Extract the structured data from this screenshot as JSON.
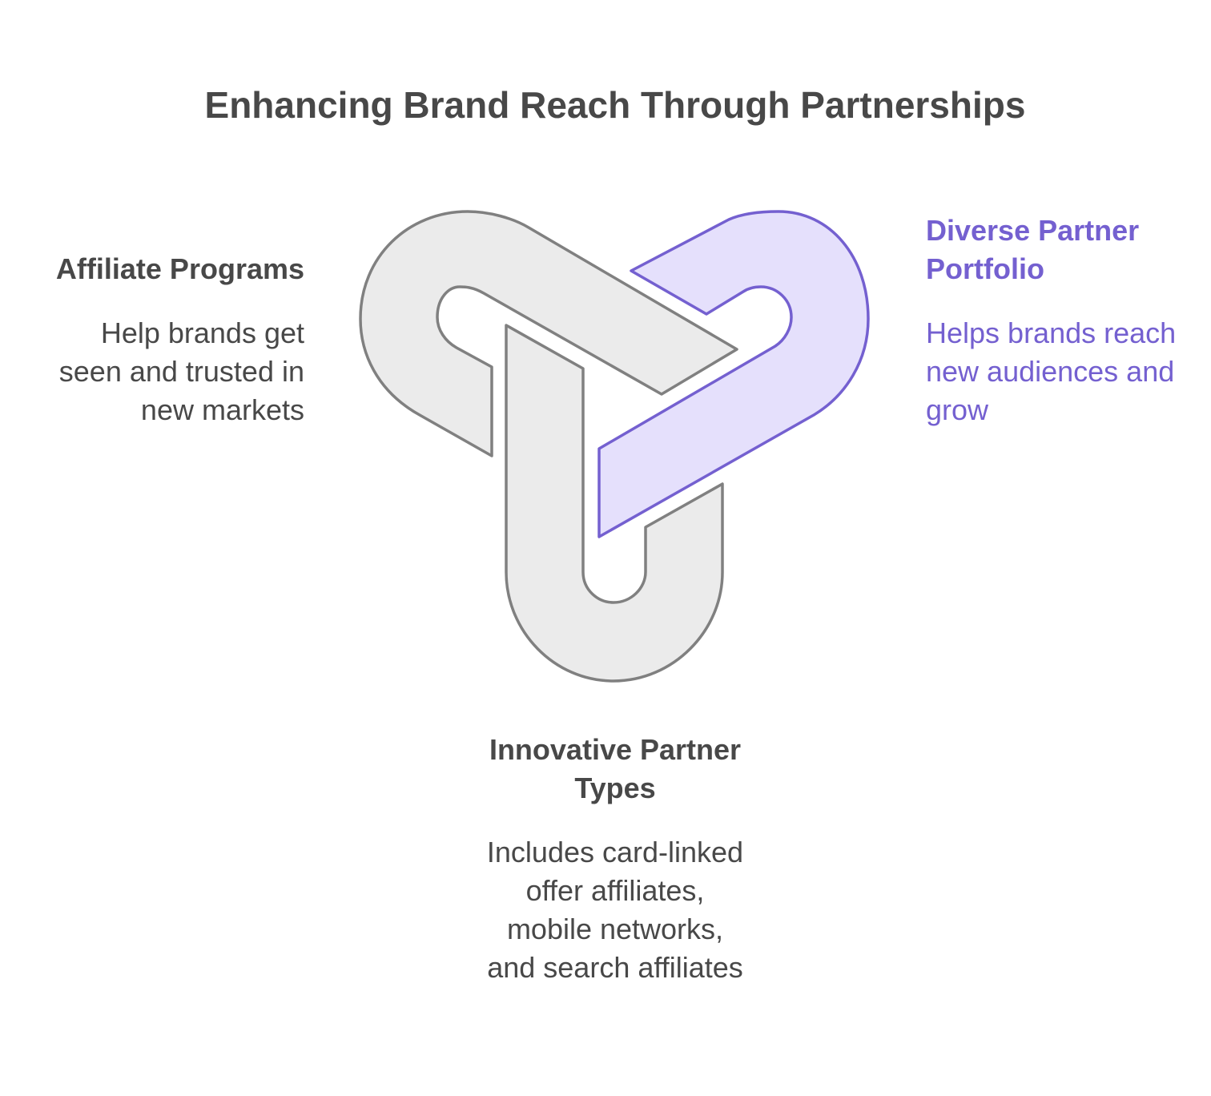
{
  "title": "Enhancing Brand Reach Through Partnerships",
  "items": [
    {
      "heading": "Affiliate Programs",
      "description": "Help brands get seen and trusted in new markets",
      "color": "#484848"
    },
    {
      "heading": "Diverse Partner Portfolio",
      "description": "Helps brands reach new audiences and grow",
      "color": "#7460d0"
    },
    {
      "heading": "Innovative Partner Types",
      "description": "Includes card-linked offer affiliates, mobile networks, and search affiliates",
      "color": "#484848"
    }
  ],
  "colors": {
    "gray_fill": "#ebebeb",
    "gray_stroke": "#808080",
    "purple_fill": "#e5e0fc",
    "purple_stroke": "#7460d0"
  }
}
